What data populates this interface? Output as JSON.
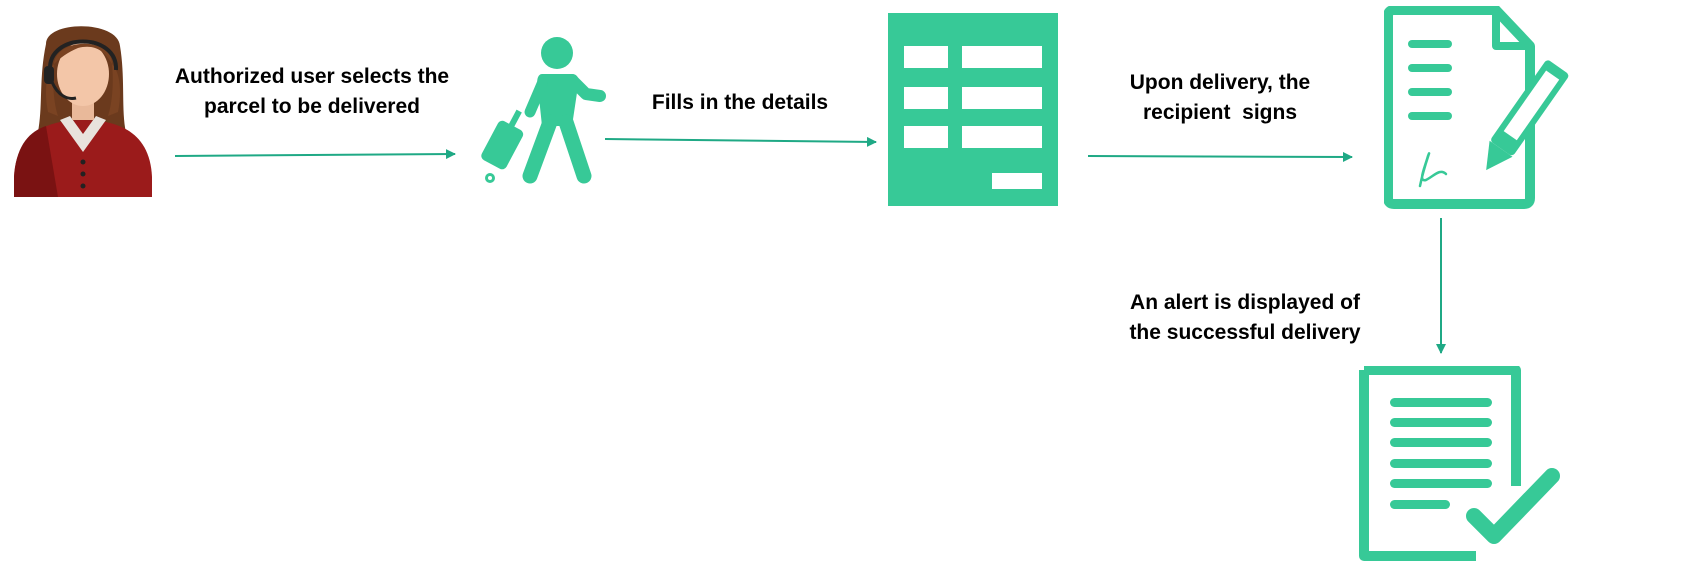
{
  "colors": {
    "accent": "#37c997",
    "arrow": "#1fa985"
  },
  "steps": [
    {
      "icon": "operator-avatar-icon"
    },
    {
      "icon": "traveler-with-luggage-icon"
    },
    {
      "icon": "form-table-icon"
    },
    {
      "icon": "signed-document-pen-icon"
    },
    {
      "icon": "document-checkmark-icon"
    }
  ],
  "labels": {
    "select": [
      "Authorized user selects the",
      "parcel to be delivered"
    ],
    "fill": [
      "Fills in the details"
    ],
    "sign": [
      "Upon delivery, the",
      "recipient  signs"
    ],
    "alert": [
      "An alert is displayed of",
      "the successful delivery"
    ]
  }
}
